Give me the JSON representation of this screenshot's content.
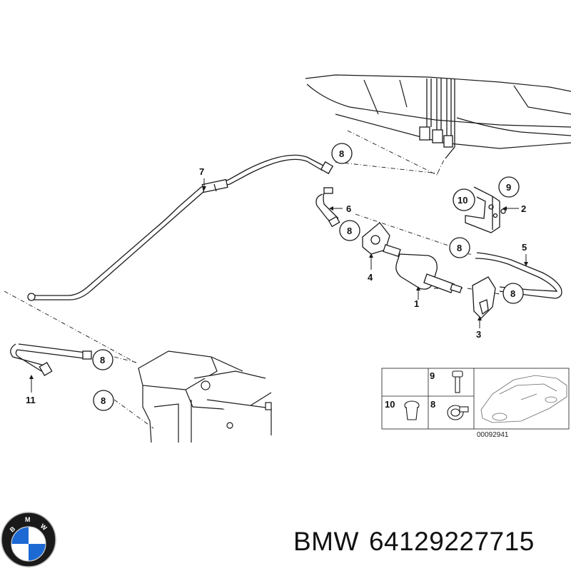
{
  "callouts": [
    {
      "id": "c7",
      "label": "7"
    },
    {
      "id": "c8a",
      "label": "8"
    },
    {
      "id": "c6",
      "label": "6"
    },
    {
      "id": "c8b",
      "label": "8"
    },
    {
      "id": "c10",
      "label": "10"
    },
    {
      "id": "c9",
      "label": "9"
    },
    {
      "id": "c2",
      "label": "2"
    },
    {
      "id": "c8c",
      "label": "8"
    },
    {
      "id": "c5",
      "label": "5"
    },
    {
      "id": "c4",
      "label": "4"
    },
    {
      "id": "c1",
      "label": "1"
    },
    {
      "id": "c8d",
      "label": "8"
    },
    {
      "id": "c3",
      "label": "3"
    },
    {
      "id": "c8e",
      "label": "8"
    },
    {
      "id": "c11",
      "label": "11"
    },
    {
      "id": "c8f",
      "label": "8"
    }
  ],
  "legend": {
    "row1_label": "9",
    "row2_left_label": "10",
    "row2_mid_label": "8",
    "code": "00092941"
  },
  "caption": {
    "brand": "BMW",
    "part_number": "64129227715"
  },
  "colors": {
    "line": "#1a1a1a",
    "logo_blue": "#1c69d4",
    "logo_ring": "#1a1a1a"
  },
  "icons": {
    "logo": "bmw-roundel-logo"
  }
}
